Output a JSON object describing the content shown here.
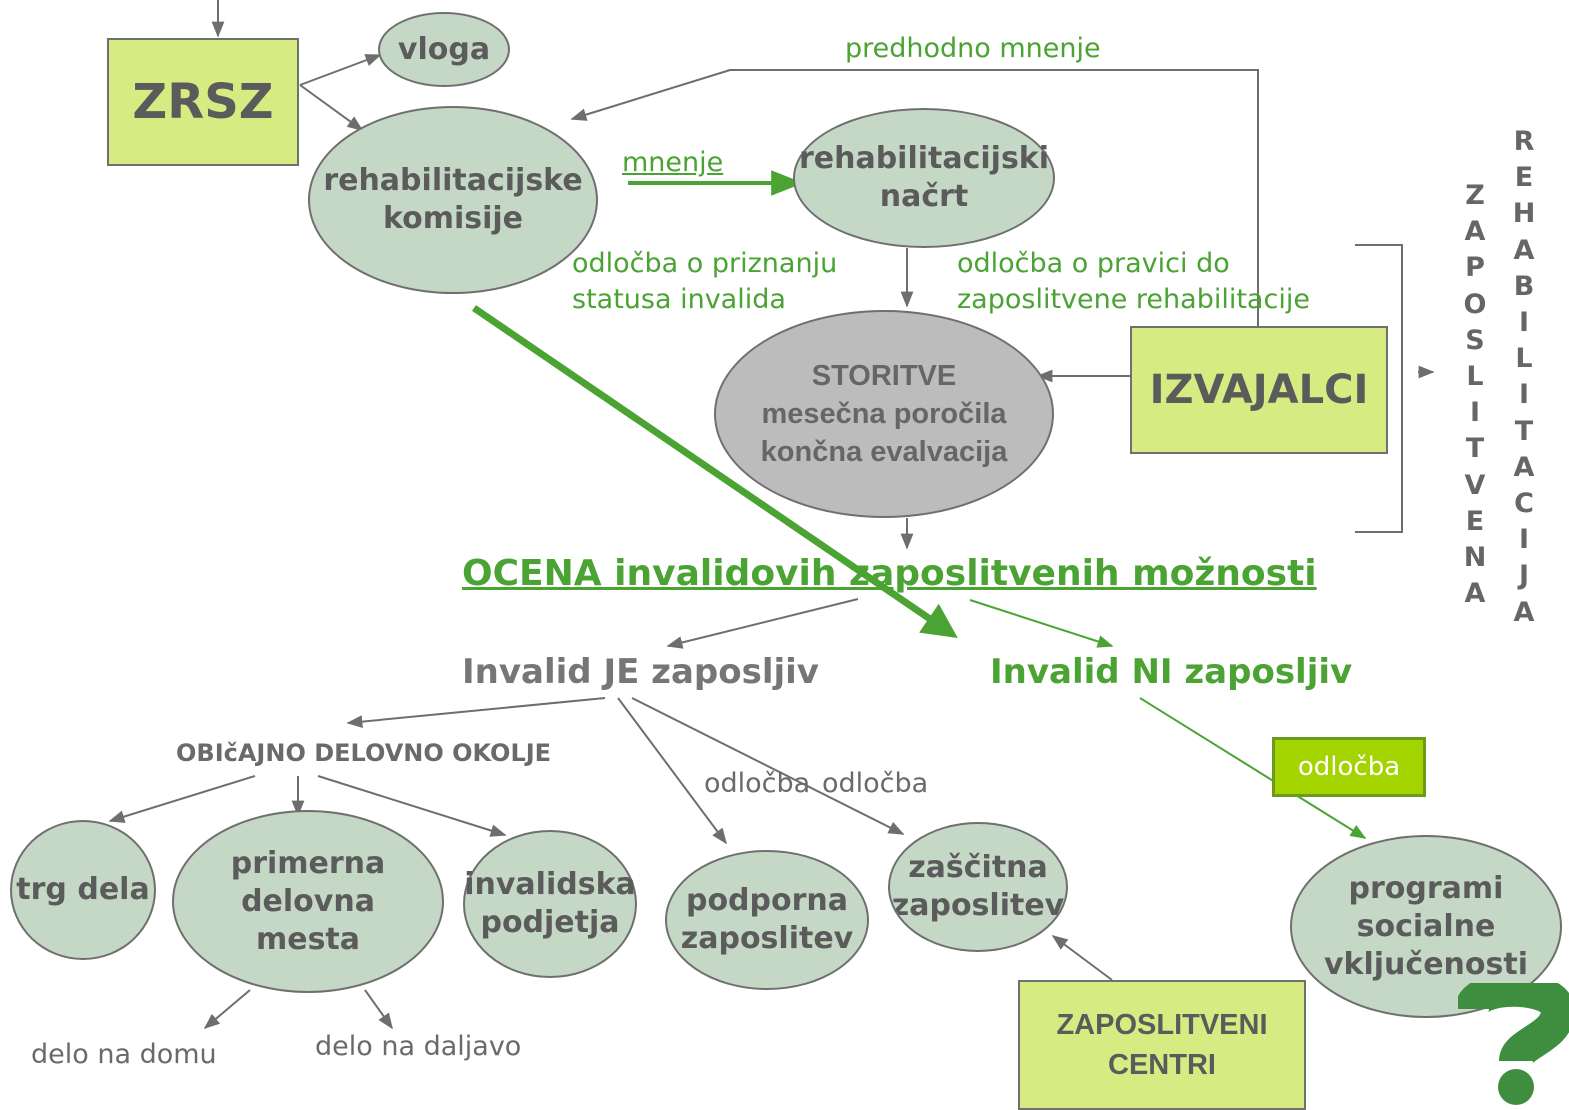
{
  "nodes": {
    "zrsz": "ZRSZ",
    "vloga": "vloga",
    "komisije": "rehabilitacijske\nkomisije",
    "nacrt": "rehabilitacijski\nnačrt",
    "storitve_title": "STORITVE",
    "storitve_body": "mesečna poročila\nkončna evalvacija",
    "izvajalci": "IZVAJALCI",
    "trg_dela": "trg dela",
    "primerna": "primerna\ndelovna\nmesta",
    "invalidska": "invalidska\npodjetja",
    "podporna": "podporna\nzaposlitev",
    "zascitna": "zaščitna\nzaposlitev",
    "programi": "programi\nsocialne\nvključenosti",
    "zaposlitveni_centri": "ZAPOSLITVENI\nCENTRI"
  },
  "labels": {
    "predhodno_mnenje": "predhodno mnenje",
    "mnenje": "mnenje",
    "odlocba_status": "odločba o priznanju\nstatusa invalida",
    "odlocba_pravica": "odločba o pravici do\nzaposlitvene rehabilitacije",
    "ocena": "OCENA invalidovih zaposlitvenih možnosti",
    "je_zaposljiv": "Invalid JE zaposljiv",
    "ni_zaposljiv": "Invalid NI zaposljiv",
    "obicajno": "OBIčAJNO DELOVNO OKOLJE",
    "odlocba_1": "odločba",
    "odlocba_2": "odločba",
    "odlocba_badge": "odločba",
    "delo_doma": "delo na domu",
    "delo_daljavo": "delo na daljavo"
  },
  "vertical": {
    "zaposlitvena": "Z\nA\nP\nO\nS\nL\nI\nT\nV\nE\nN\nA",
    "rehabilitacija": "R\nE\nH\nA\nB\nI\nL\nI\nT\nA\nC\nI\nJ\nA"
  },
  "colors": {
    "ellipse_fill": "#c5d8c6",
    "storitve_fill": "#bcbcbc",
    "box_fill": "#d6ec82",
    "accent_green": "#4aa332",
    "badge_fill": "#a3d400",
    "text_grey": "#5b5b5b"
  },
  "icons": {
    "help": "question-mark-icon"
  }
}
